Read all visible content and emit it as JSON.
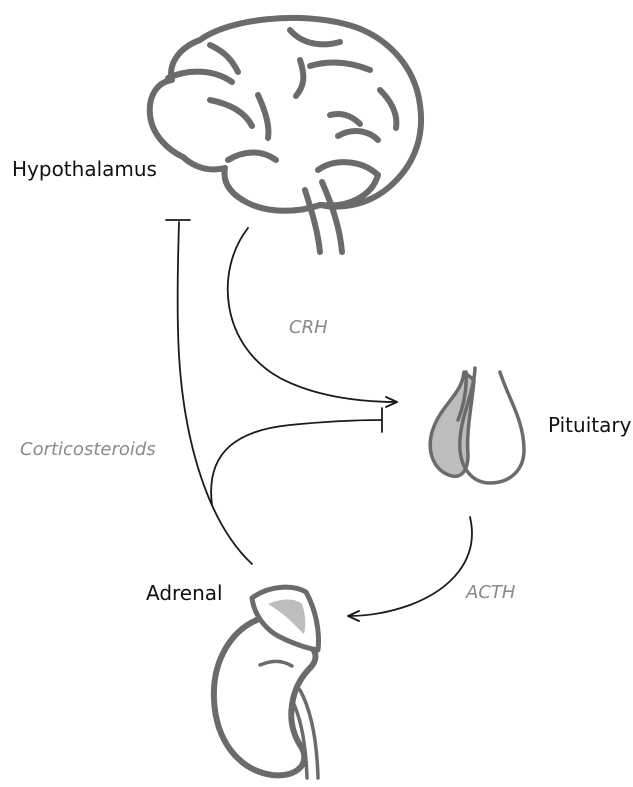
{
  "labels": {
    "hypothalamus": "Hypothalamus",
    "pituitary": "Pituitary",
    "adrenal": "Adrenal"
  },
  "hormones": {
    "crh": "CRH",
    "acth": "ACTH",
    "corticosteroids": "Corticosteroids"
  },
  "colors": {
    "organ_outline": "#6b6b6b",
    "organ_fill_gray": "#bdbdbd",
    "arrow": "#1a1a1a",
    "hormone_text": "#8a8a8a"
  }
}
